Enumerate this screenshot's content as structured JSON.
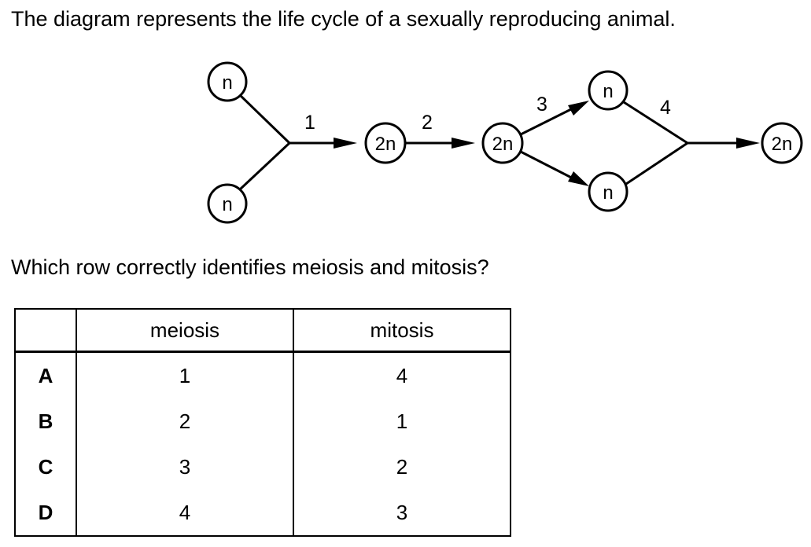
{
  "intro_text": "The diagram represents the life cycle of a sexually reproducing animal.",
  "question_text": "Which row correctly identifies meiosis and mitosis?",
  "diagram": {
    "nodes": {
      "gamete_top": "n",
      "gamete_bottom": "n",
      "zygote": "2n",
      "adult": "2n",
      "gamete_upper": "n",
      "gamete_lower": "n",
      "offspring": "2n"
    },
    "step_labels": [
      "1",
      "2",
      "3",
      "4"
    ]
  },
  "table": {
    "headers": [
      "",
      "meiosis",
      "mitosis"
    ],
    "rows": [
      {
        "key": "A",
        "meiosis": "1",
        "mitosis": "4"
      },
      {
        "key": "B",
        "meiosis": "2",
        "mitosis": "1"
      },
      {
        "key": "C",
        "meiosis": "3",
        "mitosis": "2"
      },
      {
        "key": "D",
        "meiosis": "4",
        "mitosis": "3"
      }
    ]
  }
}
